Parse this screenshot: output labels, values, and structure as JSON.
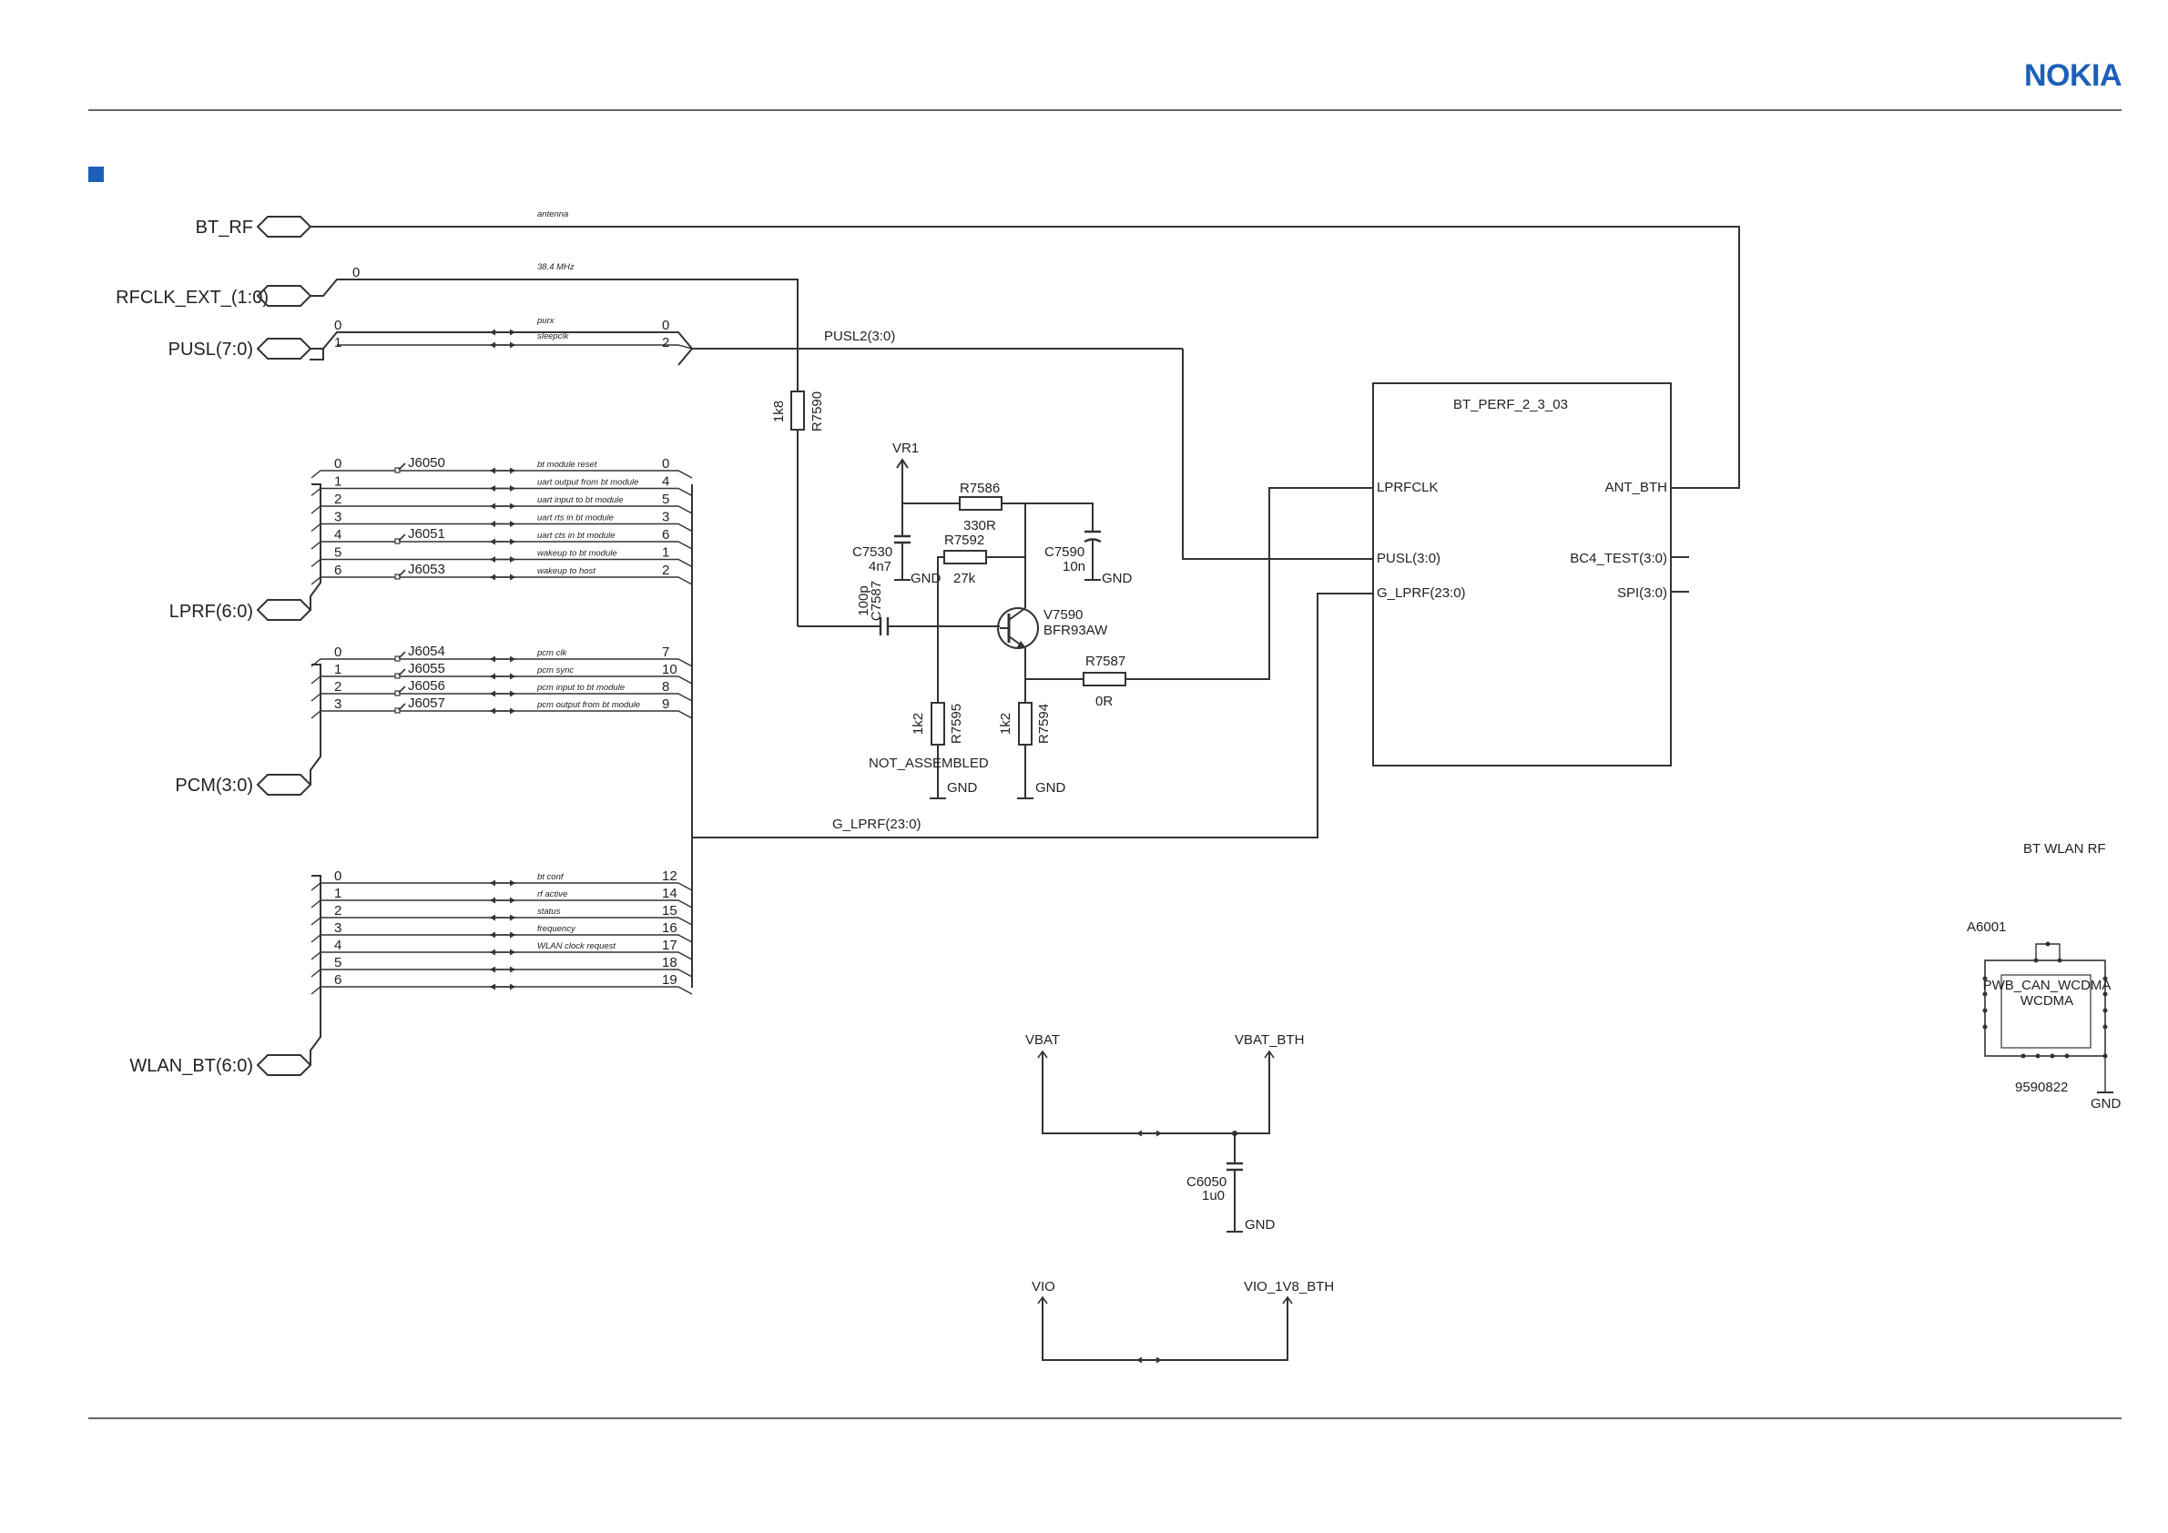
{
  "brand": {
    "logo": "NOKIA",
    "logo_color": "#1d5fb8",
    "marker_color": "#1d5fb8"
  },
  "ports": {
    "bt_rf": "BT_RF",
    "rfclk": "RFCLK_EXT_(1:0)",
    "pusl": "PUSL(7:0)",
    "lprf": "LPRF(6:0)",
    "pcm": "PCM(3:0)",
    "wlan_bt": "WLAN_BT(6:0)"
  },
  "nets": {
    "antenna": "antenna",
    "clk_freq": "38.4 MHz",
    "rfclk_index": "0",
    "pusl2": "PUSL2(3:0)",
    "g_lprf": "G_LPRF(23:0)"
  },
  "pusl_bus": [
    {
      "in": "0",
      "desc": "purx",
      "out": "0"
    },
    {
      "in": "1",
      "desc": "sleepclk",
      "out": "2"
    }
  ],
  "lprf_bus": [
    {
      "in": "0",
      "jumper": "J6050",
      "desc": "bt module reset",
      "out": "0"
    },
    {
      "in": "1",
      "jumper": "",
      "desc": "uart output from bt module",
      "out": "4"
    },
    {
      "in": "2",
      "jumper": "",
      "desc": "uart input to bt module",
      "out": "5"
    },
    {
      "in": "3",
      "jumper": "",
      "desc": "uart rts in bt module",
      "out": "3"
    },
    {
      "in": "4",
      "jumper": "J6051",
      "desc": "uart cts in bt module",
      "out": "6"
    },
    {
      "in": "5",
      "jumper": "",
      "desc": "wakeup to bt module",
      "out": "1"
    },
    {
      "in": "6",
      "jumper": "J6053",
      "desc": "wakeup to host",
      "out": "2"
    }
  ],
  "pcm_bus": [
    {
      "in": "0",
      "jumper": "J6054",
      "desc": "pcm clk",
      "out": "7"
    },
    {
      "in": "1",
      "jumper": "J6055",
      "desc": "pcm sync",
      "out": "10"
    },
    {
      "in": "2",
      "jumper": "J6056",
      "desc": "pcm input to bt module",
      "out": "8"
    },
    {
      "in": "3",
      "jumper": "J6057",
      "desc": "pcm output from bt module",
      "out": "9"
    }
  ],
  "wlan_bus": [
    {
      "in": "0",
      "desc": "bt conf",
      "out": "12"
    },
    {
      "in": "1",
      "desc": "rf active",
      "out": "14"
    },
    {
      "in": "2",
      "desc": "status",
      "out": "15"
    },
    {
      "in": "3",
      "desc": "frequency",
      "out": "16"
    },
    {
      "in": "4",
      "desc": "WLAN clock request",
      "out": "17"
    },
    {
      "in": "5",
      "desc": "",
      "out": "18"
    },
    {
      "in": "6",
      "desc": "",
      "out": "19"
    }
  ],
  "components": {
    "r7590": {
      "ref": "R7590",
      "value": "1k8"
    },
    "vr1": "VR1",
    "r7586": {
      "ref": "R7586",
      "value": "330R"
    },
    "r7592": {
      "ref": "R7592",
      "value": "27k"
    },
    "c7530": {
      "ref": "C7530",
      "value": "4n7"
    },
    "c7590": {
      "ref": "C7590",
      "value": "10n"
    },
    "c7587": {
      "ref": "C7587",
      "value": "100p"
    },
    "v7590": {
      "ref": "V7590",
      "value": "BFR93AW"
    },
    "r7587": {
      "ref": "R7587",
      "value": "0R"
    },
    "r7595": {
      "ref": "R7595",
      "value": "1k2",
      "note": "NOT_ASSEMBLED"
    },
    "r7594": {
      "ref": "R7594",
      "value": "1k2"
    },
    "c6050": {
      "ref": "C6050",
      "value": "1u0"
    },
    "gnd": "GND"
  },
  "module": {
    "name": "BT_PERF_2_3_03",
    "pins_left": [
      "LPRFCLK",
      "PUSL(3:0)",
      "G_LPRF(23:0)"
    ],
    "pins_right": [
      "ANT_BTH",
      "BC4_TEST(3:0)",
      "SPI(3:0)"
    ]
  },
  "power": {
    "vbat": "VBAT",
    "vbat_bth": "VBAT_BTH",
    "vio": "VIO",
    "vio_1v8_bth": "VIO_1V8_BTH"
  },
  "shield": {
    "title": "BT WLAN RF",
    "ref": "A6001",
    "line1": "PWB_CAN_WCDMA",
    "line2": "WCDMA",
    "part": "9590822",
    "gnd": "GND"
  }
}
